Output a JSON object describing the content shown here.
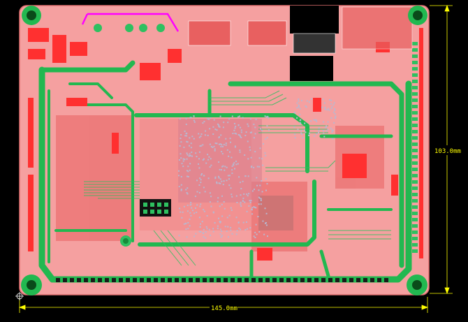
{
  "dimensions": {
    "width_label": "145.0mm",
    "height_label": "103.0mm"
  },
  "colors": {
    "background": "#000000",
    "board": "#f5a0a0",
    "board_edge": "#e07070",
    "copper_top": "#ff3030",
    "trace_green": "#22b850",
    "trace_dark_green": "#178a3a",
    "via_gray": "#b8b8d0",
    "dimension_yellow": "#ffff00",
    "silkscreen_white": "#ffffff",
    "magenta_trace": "#ff00ff"
  },
  "layers": [
    "board-outline",
    "copper-pour",
    "traces",
    "components",
    "mounting-holes",
    "dimension-lines"
  ],
  "mounting_holes": 4
}
